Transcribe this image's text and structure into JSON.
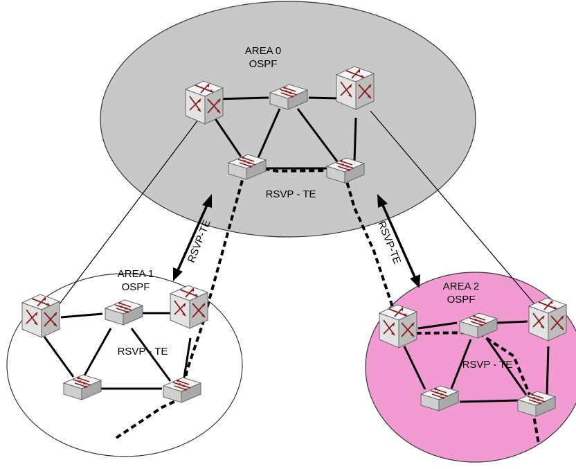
{
  "areas": [
    {
      "name": "AREA 0",
      "protocol": "OSPF",
      "fill": "#c8c8c8",
      "te_label": "RSVP - TE"
    },
    {
      "name": "AREA 1",
      "protocol": "OSPF",
      "fill": "#ffffff",
      "te_label": "RSVP - TE"
    },
    {
      "name": "AREA 2",
      "protocol": "OSPF",
      "fill": "#f29ad2",
      "te_label": "RSVP - TE"
    }
  ],
  "inter_area_labels": [
    "RSVP-TE",
    "RSVP-TE"
  ],
  "colors": {
    "router_face": "#e4e4e4",
    "router_side": "#b8b8b8",
    "router_arrow": "#8b1a1a",
    "area0": "#c8c8c8",
    "area2": "#f29ad2"
  },
  "icons": {
    "switch": "switch-icon",
    "cross_router": "router-icon"
  }
}
